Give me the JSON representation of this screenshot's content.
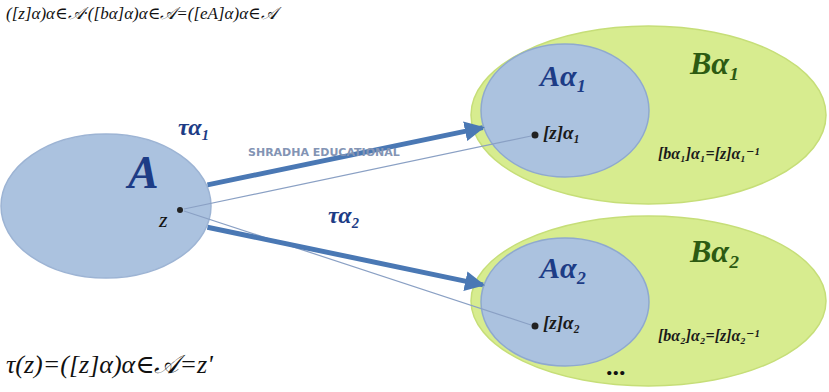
{
  "diagram": {
    "nodes": [
      {
        "text": [
          "A"
        ]
      },
      {
        "text": [
          "Bα₁",
          "[bα₁]α₁=[z]α₁⁻¹"
        ]
      },
      {
        "text": [
          "Aα₁",
          "[z]α₁"
        ],
        "in": 1
      },
      {
        "text": [
          "Bα₂",
          "[bα₂]α₂=[z]α₂⁻¹"
        ]
      },
      {
        "text": [
          "Aα₂",
          "[z]α₂"
        ],
        "in": 3
      }
    ],
    "edges": [
      {
        "from": 0,
        "to": 2,
        "arrow": "to",
        "label": "τα₁"
      },
      {
        "from": 0,
        "to": 4,
        "arrow": "to",
        "label": "τα₂"
      }
    ],
    "labels": [
      "([z]α)α∈𝒜·([bα]α)α∈𝒜=([eA]α)α∈𝒜",
      "z",
      "τ(z)=([z]α)α∈𝒜=z'",
      "...",
      "SHRADHA EDUCATIONAL"
    ]
  }
}
